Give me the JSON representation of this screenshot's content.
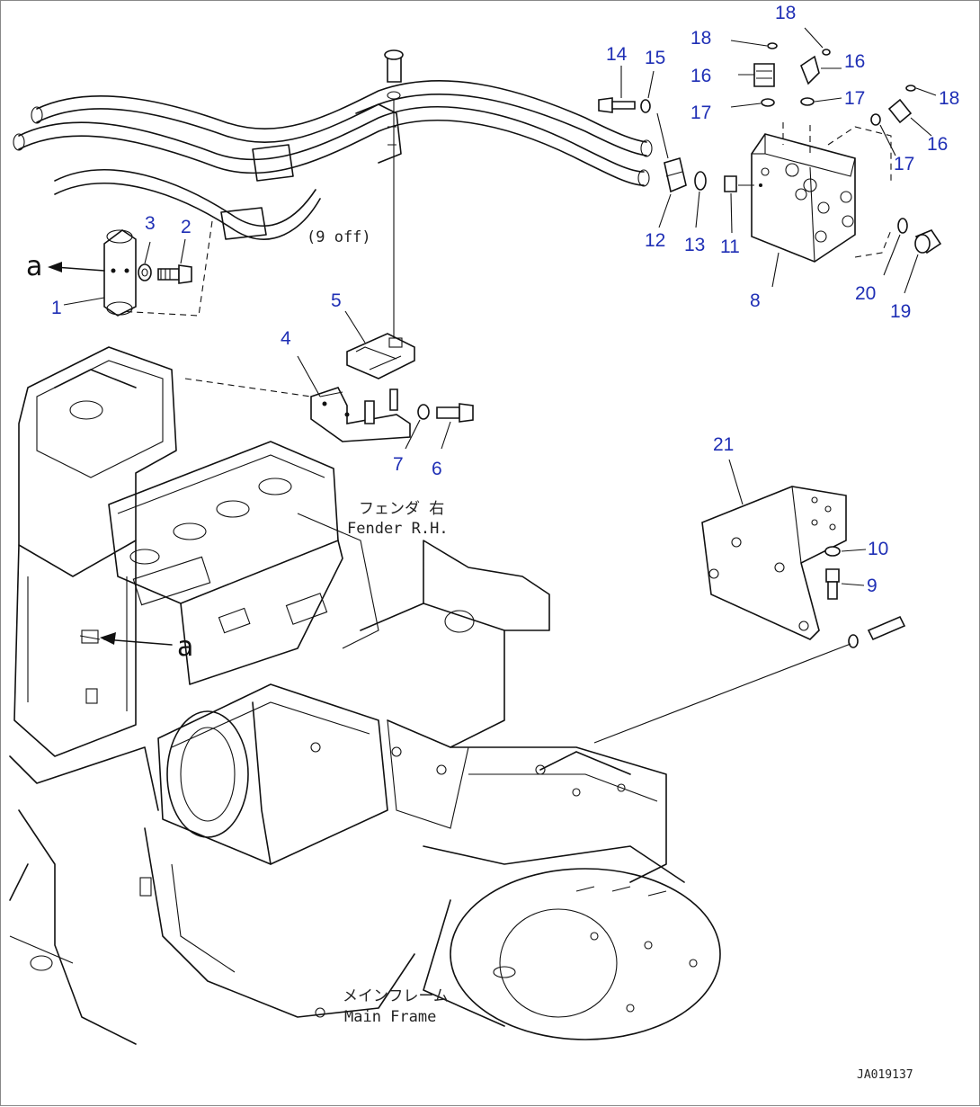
{
  "callouts": {
    "c1": "1",
    "c2": "2",
    "c3": "3",
    "c4": "4",
    "c5": "5",
    "c6": "6",
    "c7": "7",
    "c8": "8",
    "c9": "9",
    "c10": "10",
    "c11": "11",
    "c12": "12",
    "c13": "13",
    "c14": "14",
    "c15": "15",
    "c16a": "16",
    "c16b": "16",
    "c16c": "16",
    "c17a": "17",
    "c17b": "17",
    "c17c": "17",
    "c18a": "18",
    "c18b": "18",
    "c18c": "18",
    "c19": "19",
    "c20": "20",
    "c21": "21"
  },
  "reference_marks": {
    "a_top": "a",
    "a_bottom": "a"
  },
  "labels": {
    "fender_jp": "フェンダ 右",
    "fender_en": "Fender R.H.",
    "frame_jp": "メインフレーム",
    "frame_en": "Main Frame",
    "hose_note": "(9 off)"
  },
  "drawing_code": "JA019137",
  "colors": {
    "callout": "#1f2fb5",
    "line": "#111111"
  }
}
